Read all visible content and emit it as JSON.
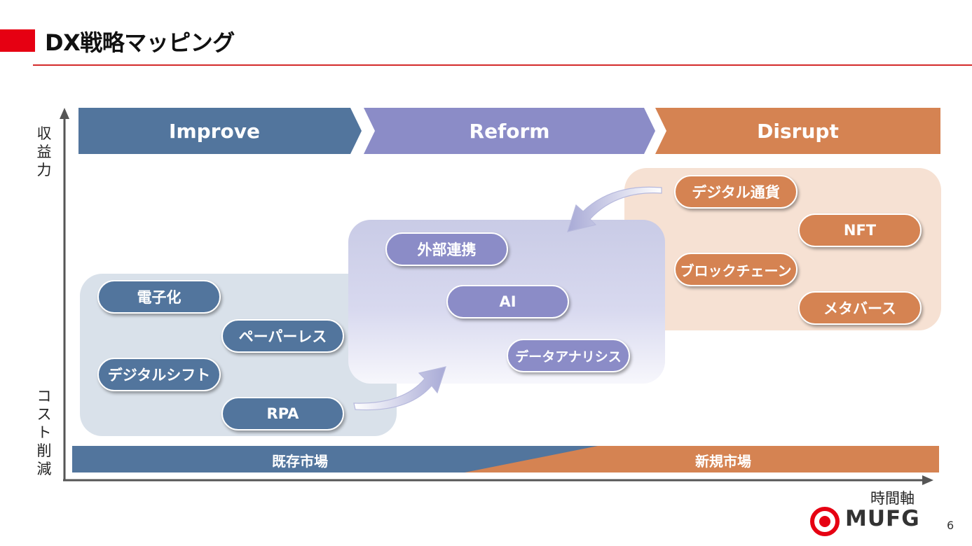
{
  "title": "DX戦略マッピング",
  "phases": [
    {
      "label": "Improve",
      "color": "#52759d"
    },
    {
      "label": "Reform",
      "color": "#8b8cc7"
    },
    {
      "label": "Disrupt",
      "color": "#d58352"
    }
  ],
  "improve_items": [
    "電子化",
    "ペーパーレス",
    "デジタルシフト",
    "RPA"
  ],
  "reform_items": [
    "外部連携",
    "AI",
    "データアナリシス"
  ],
  "disrupt_items": [
    "デジタル通貨",
    "NFT",
    "ブロックチェーン",
    "メタバース"
  ],
  "axes": {
    "y_top": "収益力",
    "y_bottom": "コスト削減",
    "x": "時間軸"
  },
  "market": {
    "existing": "既存市場",
    "new": "新規市場",
    "existing_color": "#52759d",
    "new_color": "#d58352"
  },
  "logo": {
    "text": "MUFG",
    "brand_color": "#e60012"
  },
  "page_number": "6"
}
